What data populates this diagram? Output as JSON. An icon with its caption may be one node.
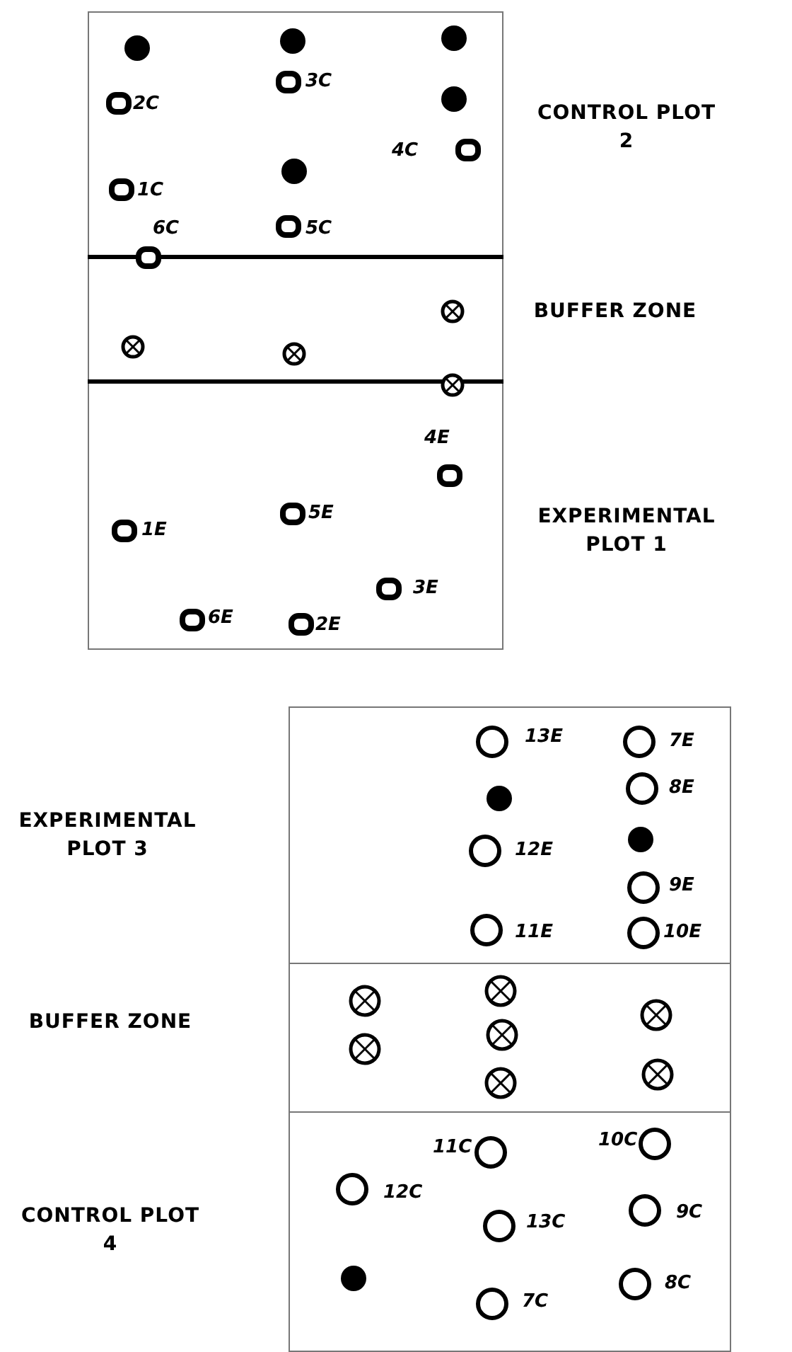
{
  "diagram": {
    "nodes": [
      {
        "text": [
          "CONTROL PLOT 2"
        ]
      },
      {
        "text": [
          "BUFFER ZONE"
        ]
      },
      {
        "text": [
          "EXPERIMENTAL PLOT 1"
        ]
      },
      {
        "text": [
          "EXPERIMENTAL PLOT 3"
        ]
      },
      {
        "text": [
          "BUFFER ZONE"
        ]
      },
      {
        "text": [
          "CONTROL PLOT 4"
        ]
      }
    ],
    "edges": [],
    "labels": [
      "3C",
      "2C",
      "4C",
      "1C",
      "6C",
      "5C",
      "4E",
      "5E",
      "1E",
      "3E",
      "6E",
      "2E",
      "13E",
      "7E",
      "8E",
      "12E",
      "9E",
      "11E",
      "10E",
      "10C",
      "11C",
      "12C",
      "13C",
      "9C",
      "8C",
      "7C"
    ]
  }
}
